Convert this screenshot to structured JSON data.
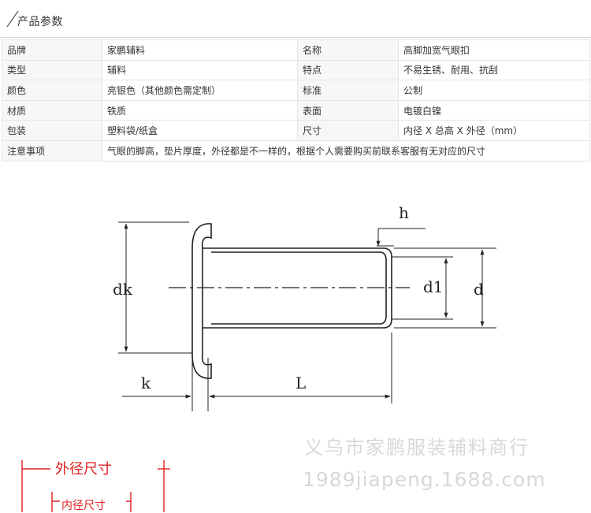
{
  "header": {
    "title": "产品参数"
  },
  "params": [
    [
      {
        "k": "品牌",
        "v": "家鹏辅料"
      },
      {
        "k": "名称",
        "v": "高脚加宽气眼扣"
      }
    ],
    [
      {
        "k": "类型",
        "v": "辅料"
      },
      {
        "k": "特点",
        "v": "不易生锈、耐用、抗刮"
      }
    ],
    [
      {
        "k": "颜色",
        "v": "亮银色（其他颜色需定制）"
      },
      {
        "k": "标准",
        "v": "公制"
      }
    ],
    [
      {
        "k": "材质",
        "v": "铁质"
      },
      {
        "k": "表面",
        "v": "电镀白镍"
      }
    ],
    [
      {
        "k": "包装",
        "v": "塑料袋/纸盒"
      },
      {
        "k": "尺寸",
        "v": "内径 X 总高 X 外径（mm）"
      }
    ]
  ],
  "note": {
    "k": "注意事项",
    "v": "气眼的脚高，垫片厚度，外径都是不一样的，根据个人需要购买前联系客服有无对应的尺寸"
  },
  "drawing": {
    "labels": {
      "h": "h",
      "dk": "dk",
      "d1": "d1",
      "d": "d",
      "k": "k",
      "L": "L"
    }
  },
  "watermark": {
    "line1": "义乌市家鹏服装辅料商行",
    "line2": "1989jiapeng.1688.com"
  },
  "legend": {
    "outer": "外径尺寸",
    "inner": "内径尺寸"
  },
  "colors": {
    "legend": "#e02020",
    "watermark": "#d8d8d8",
    "key_bg": "#f7f7f7",
    "border": "#e5e5e5"
  }
}
